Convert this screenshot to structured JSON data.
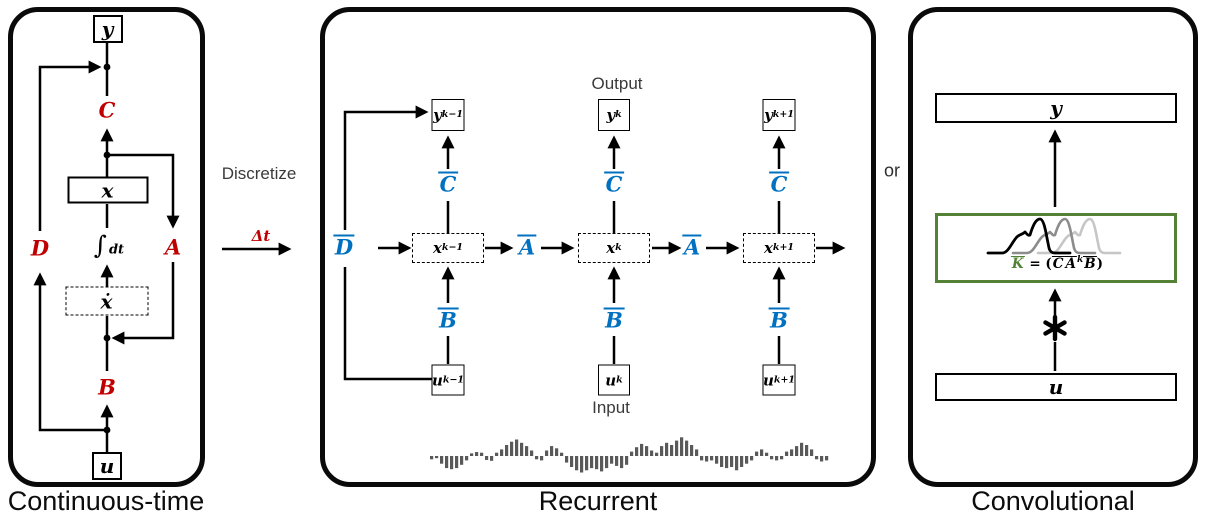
{
  "colors": {
    "red": "#C00000",
    "blue": "#0070C0",
    "green": "#538135",
    "waveform": "#595959",
    "line": "#000000"
  },
  "continuous": {
    "caption": "Continuous-time",
    "y_box": "y",
    "x_box": "x",
    "xdot_box": "ẋ",
    "u_box": "u",
    "C": "C",
    "A": "A",
    "B": "B",
    "D": "D",
    "integral_sign": "∫",
    "integral_dt": "dt"
  },
  "discretize": {
    "label": "Discretize",
    "delta_t": "Δt"
  },
  "recurrent": {
    "caption": "Recurrent",
    "output_label": "Output",
    "input_label": "Input",
    "D_bar": "D",
    "A_bar_1": "A",
    "A_bar_2": "A",
    "columns": [
      {
        "y_base": "y",
        "y_sub": "k−1",
        "x_base": "x",
        "x_sub": "k−1",
        "u_base": "u",
        "u_sub": "k−1",
        "C_bar": "C",
        "B_bar": "B"
      },
      {
        "y_base": "y",
        "y_sub": "k",
        "x_base": "x",
        "x_sub": "k",
        "u_base": "u",
        "u_sub": "k",
        "C_bar": "C",
        "B_bar": "B"
      },
      {
        "y_base": "y",
        "y_sub": "k+1",
        "x_base": "x",
        "x_sub": "k+1",
        "u_base": "u",
        "u_sub": "k+1",
        "C_bar": "C",
        "B_bar": "B"
      }
    ],
    "waveform": [
      -0.15,
      -0.1,
      -0.35,
      -0.55,
      -0.6,
      -0.55,
      -0.4,
      -0.2,
      0.12,
      0.18,
      0.15,
      -0.18,
      -0.22,
      0.15,
      0.3,
      0.5,
      0.65,
      0.75,
      0.6,
      0.45,
      0.25,
      -0.15,
      -0.2,
      0.25,
      0.45,
      0.35,
      0.15,
      -0.3,
      -0.5,
      -0.65,
      -0.75,
      -0.65,
      -0.55,
      -0.6,
      -0.7,
      -0.55,
      -0.35,
      -0.45,
      -0.55,
      -0.4,
      0.2,
      0.4,
      0.55,
      0.45,
      0.25,
      0.15,
      0.45,
      0.6,
      0.5,
      0.7,
      0.85,
      0.7,
      0.5,
      0.3,
      -0.2,
      -0.25,
      -0.2,
      -0.35,
      -0.5,
      -0.55,
      -0.5,
      -0.65,
      -0.5,
      -0.35,
      -0.2,
      0.2,
      0.3,
      0.15,
      -0.15,
      -0.2,
      -0.15,
      0.2,
      0.3,
      0.45,
      0.6,
      0.5,
      0.3,
      -0.15,
      -0.25,
      -0.2
    ]
  },
  "conv": {
    "caption": "Convolutional",
    "or_label": "or",
    "y_box": "y",
    "u_box": "u",
    "operator_icon": "convolution-asterisk",
    "kernel": {
      "K": "K",
      "eq": "=",
      "open": "(",
      "C": "C",
      "A": "A",
      "exp": "k",
      "B": "B",
      "close": ")"
    }
  }
}
